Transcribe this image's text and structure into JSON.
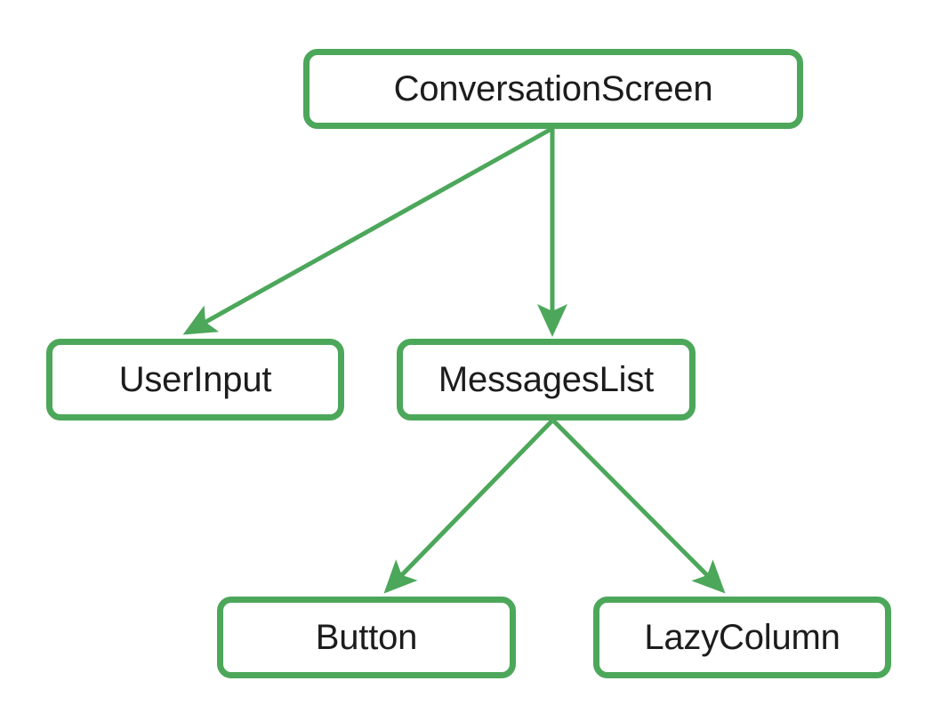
{
  "diagram": {
    "type": "tree-graph",
    "title": "",
    "background_color": "#ffffff",
    "node_border_color": "#4CA75A",
    "node_fill_color": "#ffffff",
    "node_text_color": "#1c1c1c",
    "edge_color": "#4CA75A",
    "nodes": [
      {
        "id": "conversationscreen",
        "label": "ConversationScreen"
      },
      {
        "id": "userinput",
        "label": "UserInput"
      },
      {
        "id": "messageslist",
        "label": "MessagesList"
      },
      {
        "id": "button",
        "label": "Button"
      },
      {
        "id": "lazycolumn",
        "label": "LazyColumn"
      }
    ],
    "edges": [
      {
        "from": "ConversationScreen",
        "to": "UserInput",
        "arrowhead": "triangle"
      },
      {
        "from": "ConversationScreen",
        "to": "MessagesList",
        "arrowhead": "triangle"
      },
      {
        "from": "MessagesList",
        "to": "Button",
        "arrowhead": "triangle"
      },
      {
        "from": "MessagesList",
        "to": "LazyColumn",
        "arrowhead": "triangle"
      }
    ]
  }
}
